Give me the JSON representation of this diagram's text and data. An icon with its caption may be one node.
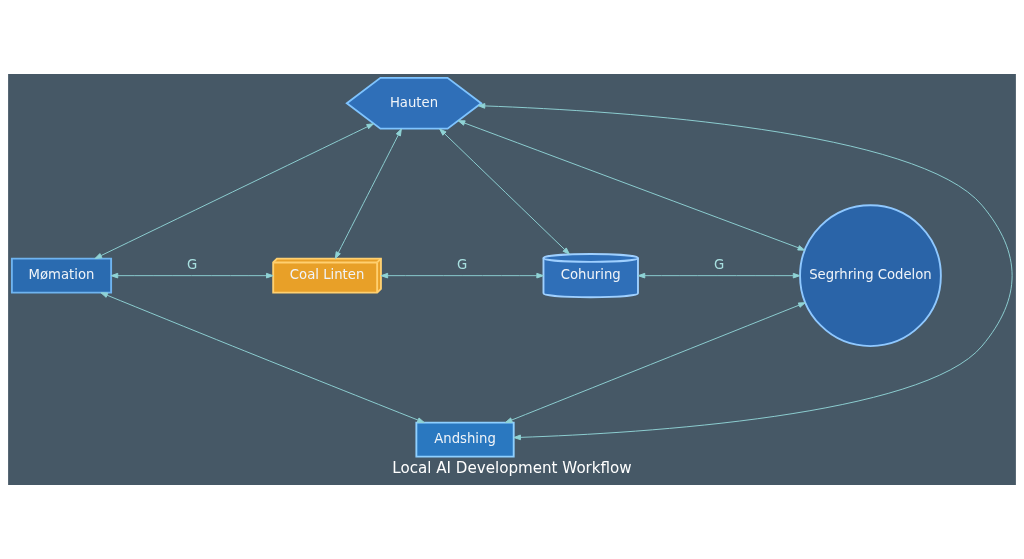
{
  "diagram": {
    "caption": "Local AI Development Workflow",
    "nodes": [
      {
        "text": [
          "Hauten"
        ]
      },
      {
        "text": [
          "Mømation"
        ]
      },
      {
        "text": [
          "Coal Linten"
        ]
      },
      {
        "text": [
          "Cohuring"
        ]
      },
      {
        "text": [
          "Segrhring Codelon"
        ]
      },
      {
        "text": [
          "Andshing"
        ]
      }
    ],
    "edges": [
      {
        "from": 0,
        "to": 1,
        "arrow": "both"
      },
      {
        "from": 0,
        "to": 2,
        "arrow": "both"
      },
      {
        "from": 0,
        "to": 3,
        "arrow": "both"
      },
      {
        "from": 0,
        "to": 4,
        "arrow": "both"
      },
      {
        "from": 5,
        "to": 0,
        "arrow": "both"
      },
      {
        "from": 1,
        "to": 2,
        "label": "G",
        "arrow": "both"
      },
      {
        "from": 2,
        "to": 3,
        "label": "G",
        "arrow": "both"
      },
      {
        "from": 3,
        "to": 4,
        "label": "G",
        "arrow": "both"
      },
      {
        "from": 1,
        "to": 5,
        "arrow": "both"
      },
      {
        "from": 4,
        "to": 5,
        "arrow": "both"
      }
    ]
  }
}
